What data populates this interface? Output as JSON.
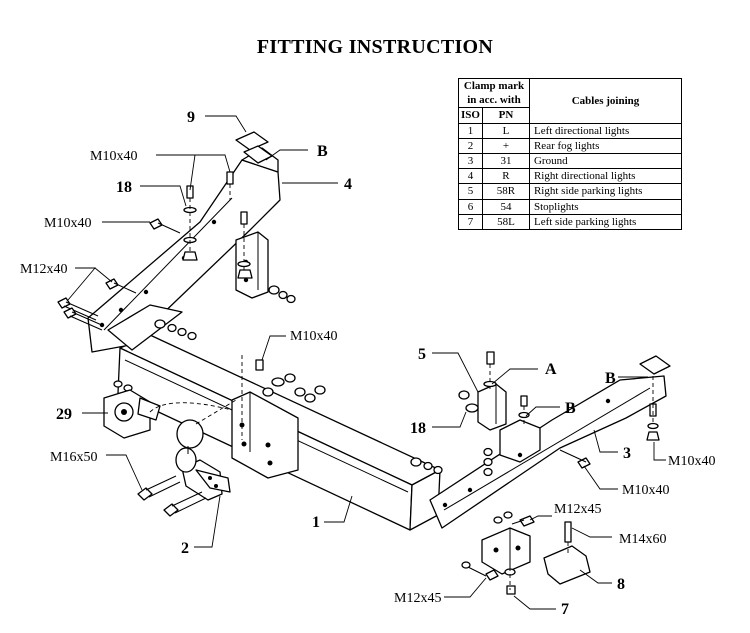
{
  "title": "FITTING INSTRUCTION",
  "table": {
    "header_clamp": "Clamp mark in acc. with",
    "header_cables": "Cables joining",
    "col_iso": "ISO",
    "col_pn": "PN",
    "rows": [
      {
        "iso": "1",
        "pn": "L",
        "desc": "Left directional lights"
      },
      {
        "iso": "2",
        "pn": "+",
        "desc": "Rear fog lights"
      },
      {
        "iso": "3",
        "pn": "31",
        "desc": "Ground"
      },
      {
        "iso": "4",
        "pn": "R",
        "desc": "Right directional lights"
      },
      {
        "iso": "5",
        "pn": "58R",
        "desc": "Right side parking lights"
      },
      {
        "iso": "6",
        "pn": "54",
        "desc": "Stoplights"
      },
      {
        "iso": "7",
        "pn": "58L",
        "desc": "Left side parking lights"
      }
    ]
  },
  "labels": {
    "p9": "9",
    "pB_top": "B",
    "m10x40_a": "M10x40",
    "p18_top": "18",
    "p4": "4",
    "m10x40_b": "M10x40",
    "m12x40": "M12x40",
    "m10x40_c": "M10x40",
    "p5": "5",
    "pA": "A",
    "pB_right": "B",
    "pB_mid": "B",
    "p29": "29",
    "p18_mid": "18",
    "p3": "3",
    "m10x40_d": "M10x40",
    "m16x50": "M16x50",
    "m10x40_e": "M10x40",
    "m12x45_a": "M12x45",
    "p1": "1",
    "m14x60": "M14x60",
    "p2": "2",
    "p8": "8",
    "m12x45_b": "M12x45",
    "p7": "7"
  }
}
